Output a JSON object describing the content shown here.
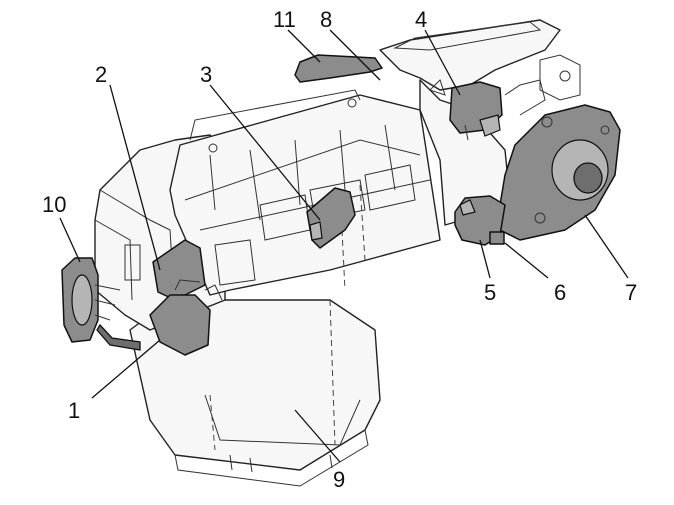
{
  "callouts": [
    {
      "id": "1",
      "label": "1"
    },
    {
      "id": "2",
      "label": "2"
    },
    {
      "id": "3",
      "label": "3"
    },
    {
      "id": "4",
      "label": "4"
    },
    {
      "id": "5",
      "label": "5"
    },
    {
      "id": "6",
      "label": "6"
    },
    {
      "id": "7",
      "label": "7"
    },
    {
      "id": "8",
      "label": "8"
    },
    {
      "id": "9",
      "label": "9"
    },
    {
      "id": "10",
      "label": "10"
    },
    {
      "id": "11",
      "label": "11"
    }
  ],
  "colors": {
    "line": "#111111",
    "housing_fill": "#f7f7f7",
    "component_fill": "#8c8c8c"
  }
}
